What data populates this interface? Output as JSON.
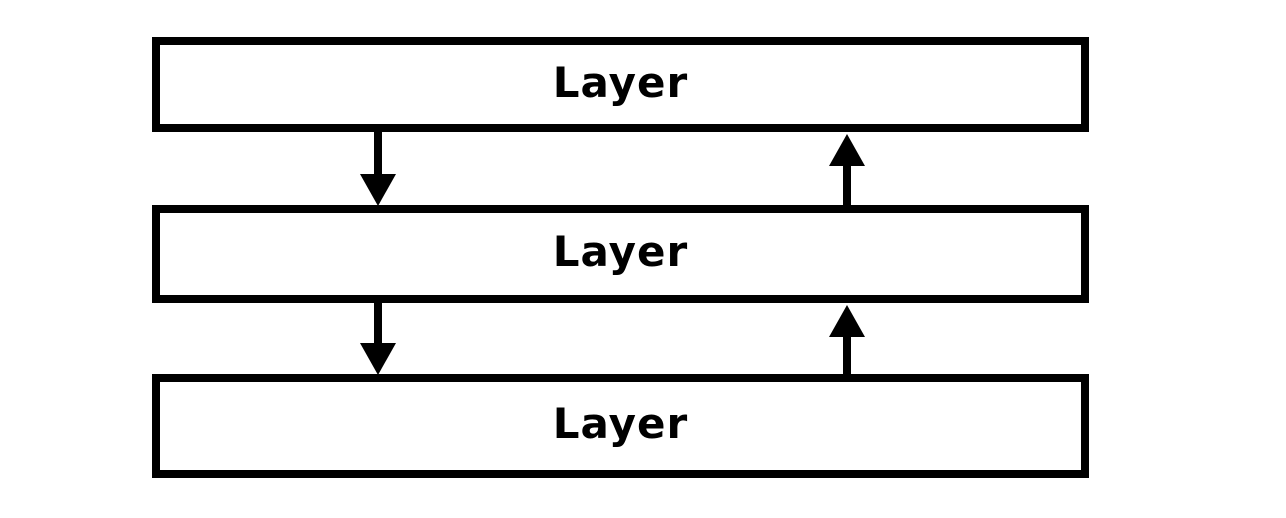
{
  "diagram": {
    "type": "layered-stack",
    "colors": {
      "line": "#000000",
      "background": "#ffffff"
    },
    "layers": [
      {
        "label": "Layer"
      },
      {
        "label": "Layer"
      },
      {
        "label": "Layer"
      }
    ],
    "arrows": [
      {
        "direction": "down",
        "between": "layer-1-and-layer-2"
      },
      {
        "direction": "up",
        "between": "layer-1-and-layer-2"
      },
      {
        "direction": "down",
        "between": "layer-2-and-layer-3"
      },
      {
        "direction": "up",
        "between": "layer-2-and-layer-3"
      }
    ]
  }
}
